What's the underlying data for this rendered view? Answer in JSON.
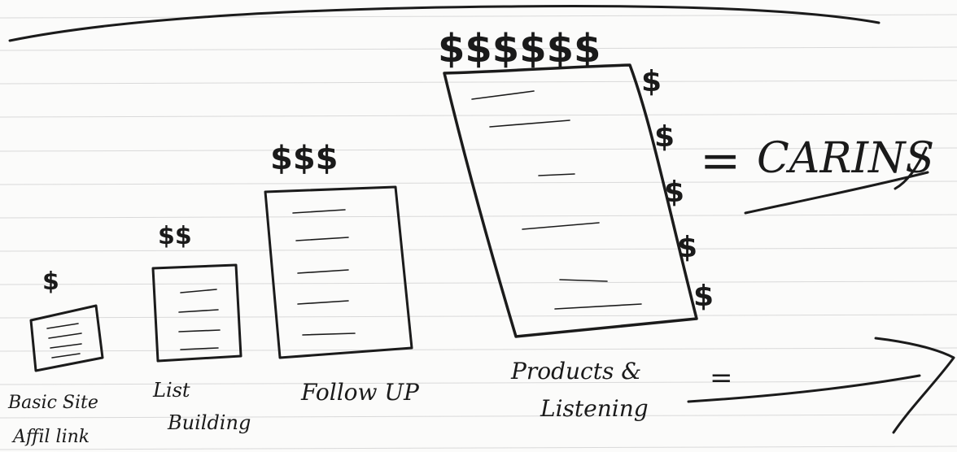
{
  "paper": {
    "line_color": "#d6d6d6",
    "ink_color": "#1b1b1b"
  },
  "stages": [
    {
      "name": "basic-site",
      "label_line1": "Basic Site",
      "label_line2": "Affil link",
      "dollars": "$"
    },
    {
      "name": "list-building",
      "label_line1": "List",
      "label_line2": "Building",
      "dollars": "$$"
    },
    {
      "name": "follow-up",
      "label_line1": "Follow UP",
      "label_line2": "",
      "dollars": "$$$"
    },
    {
      "name": "products-listening",
      "label_line1": "Products &",
      "label_line2": "Listening",
      "dollars": "$$$$$$"
    }
  ],
  "side_dollars": [
    "$",
    "$",
    "$",
    "$",
    "$"
  ],
  "result": {
    "equals": "=",
    "label": "CARINS"
  },
  "bottom_equals": "="
}
